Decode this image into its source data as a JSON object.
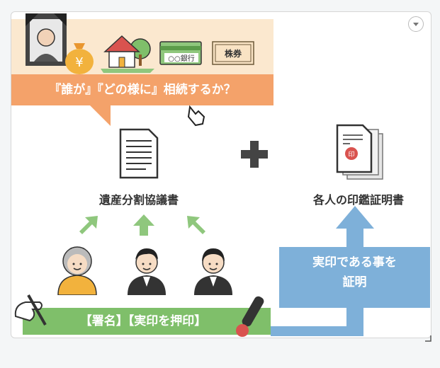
{
  "question_banner": "『誰が』『どの様に』相続するか？",
  "bank_label": "○○銀行",
  "stock_label": "株券",
  "yen_symbol": "¥",
  "doc_left_label": "遺産分割協議書",
  "doc_right_label": "各人の印鑑証明書",
  "seal_bar_label": "【署名】【実印を押印】",
  "proof_line1": "実印である事を",
  "proof_line2": "証明",
  "colors": {
    "orange": "#f4a26a",
    "cream": "#fbe8cf",
    "green": "#7fbf6a",
    "blue": "#7eb0d9",
    "dark": "#333333"
  }
}
